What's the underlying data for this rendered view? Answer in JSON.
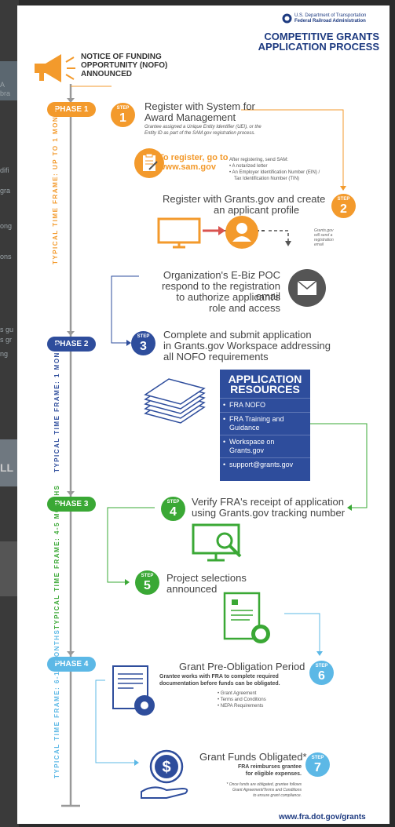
{
  "header": {
    "dot_line1": "U.S. Department of Transportation",
    "dot_line2": "Federal Railroad Administration",
    "title_line1": "COMPETITIVE GRANTS",
    "title_line2": "APPLICATION PROCESS",
    "nofo_line1": "NOTICE OF FUNDING",
    "nofo_line2": "OPPORTUNITY (NOFO)",
    "nofo_line3": "ANNOUNCED"
  },
  "phases": [
    {
      "label": "PHASE 1",
      "color": "#f39a2c",
      "timeframe_label": "TYPICAL TIME FRAME:",
      "timeframe": "UP TO 1 MONTH"
    },
    {
      "label": "PHASE 2",
      "color": "#2e4d9c",
      "timeframe_label": "TYPICAL TIME FRAME:",
      "timeframe": "1 MONTH"
    },
    {
      "label": "PHASE 3",
      "color": "#3aa835",
      "timeframe_label": "TYPICAL TIME FRAME:",
      "timeframe": "4-5 MONTHS"
    },
    {
      "label": "PHASE 4",
      "color": "#5cb8e6",
      "timeframe_label": "TYPICAL TIME FRAME:",
      "timeframe": "6-15 MONTHS"
    }
  ],
  "step_word": "STEP",
  "steps": [
    {
      "num": "1",
      "title_line1": "Register with System for",
      "title_line2": "Award Management",
      "note_line1": "Grantee assigned a Unique Entity Identifier (UEI), or the",
      "note_line2": "Entity ID as part of the SAM.gov registration process."
    },
    {
      "num": "2",
      "title_line1": "Register with Grants.gov and create",
      "title_line2": "an applicant profile"
    },
    {
      "num": "3",
      "title_line1": "Complete and submit application",
      "title_line2": "in Grants.gov Workspace addressing",
      "title_line3": "all NOFO requirements"
    },
    {
      "num": "4",
      "title_line1": "Verify FRA's receipt of application",
      "title_line2": "using Grants.gov tracking number"
    },
    {
      "num": "5",
      "title_line1": "Project selections",
      "title_line2": "announced"
    },
    {
      "num": "6",
      "title": "Grant Pre-Obligation Period",
      "sub_line1": "Grantee works with FRA to complete required",
      "sub_line2": "documentation before funds can be obligated.",
      "bullets": [
        "Grant Agreement",
        "Terms and Conditions",
        "NEPA Requirements"
      ]
    },
    {
      "num": "7",
      "title": "Grant Funds Obligated*",
      "sub_line1": "FRA reimburses grantee",
      "sub_line2": "for eligible expenses.",
      "note_line1": "* Once funds are obligated, grantee follows",
      "note_line2": "Grant Agreement/Terms and Conditions",
      "note_line3": "to ensure grant compliance."
    }
  ],
  "sam": {
    "line1": "To register, go to",
    "line2": "www.sam.gov",
    "after_title": "After registering, send SAM:",
    "after_items": [
      "A notarized letter",
      "An Employer Identification Number (EIN) /",
      "Tax Identification Number (TIN)"
    ]
  },
  "grantsgov_note": [
    "Grants.gov",
    "will send a",
    "registration",
    "email"
  ],
  "ebiz": {
    "line1": "Organization's E-Biz POC",
    "must": "must",
    "line2": "respond to the registration email",
    "line3": "to authorize applicant's",
    "line4": "role and access"
  },
  "resources": {
    "title_line1": "APPLICATION",
    "title_line2": "RESOURCES",
    "items": [
      "FRA NOFO",
      "FRA Training and Guidance",
      "Workspace on Grants.gov",
      "support@grants.gov"
    ]
  },
  "footer": {
    "url": "www.fra.dot.gov/grants"
  },
  "background_fragments": [
    "A",
    "bra",
    "difi",
    "gra",
    "ong",
    "ons",
    "s gu",
    "s gr",
    "ng",
    "LL"
  ],
  "colors": {
    "orange": "#f39a2c",
    "blue": "#2e4d9c",
    "green": "#3aa835",
    "lightblue": "#5cb8e6",
    "navy": "#1d3a80"
  }
}
